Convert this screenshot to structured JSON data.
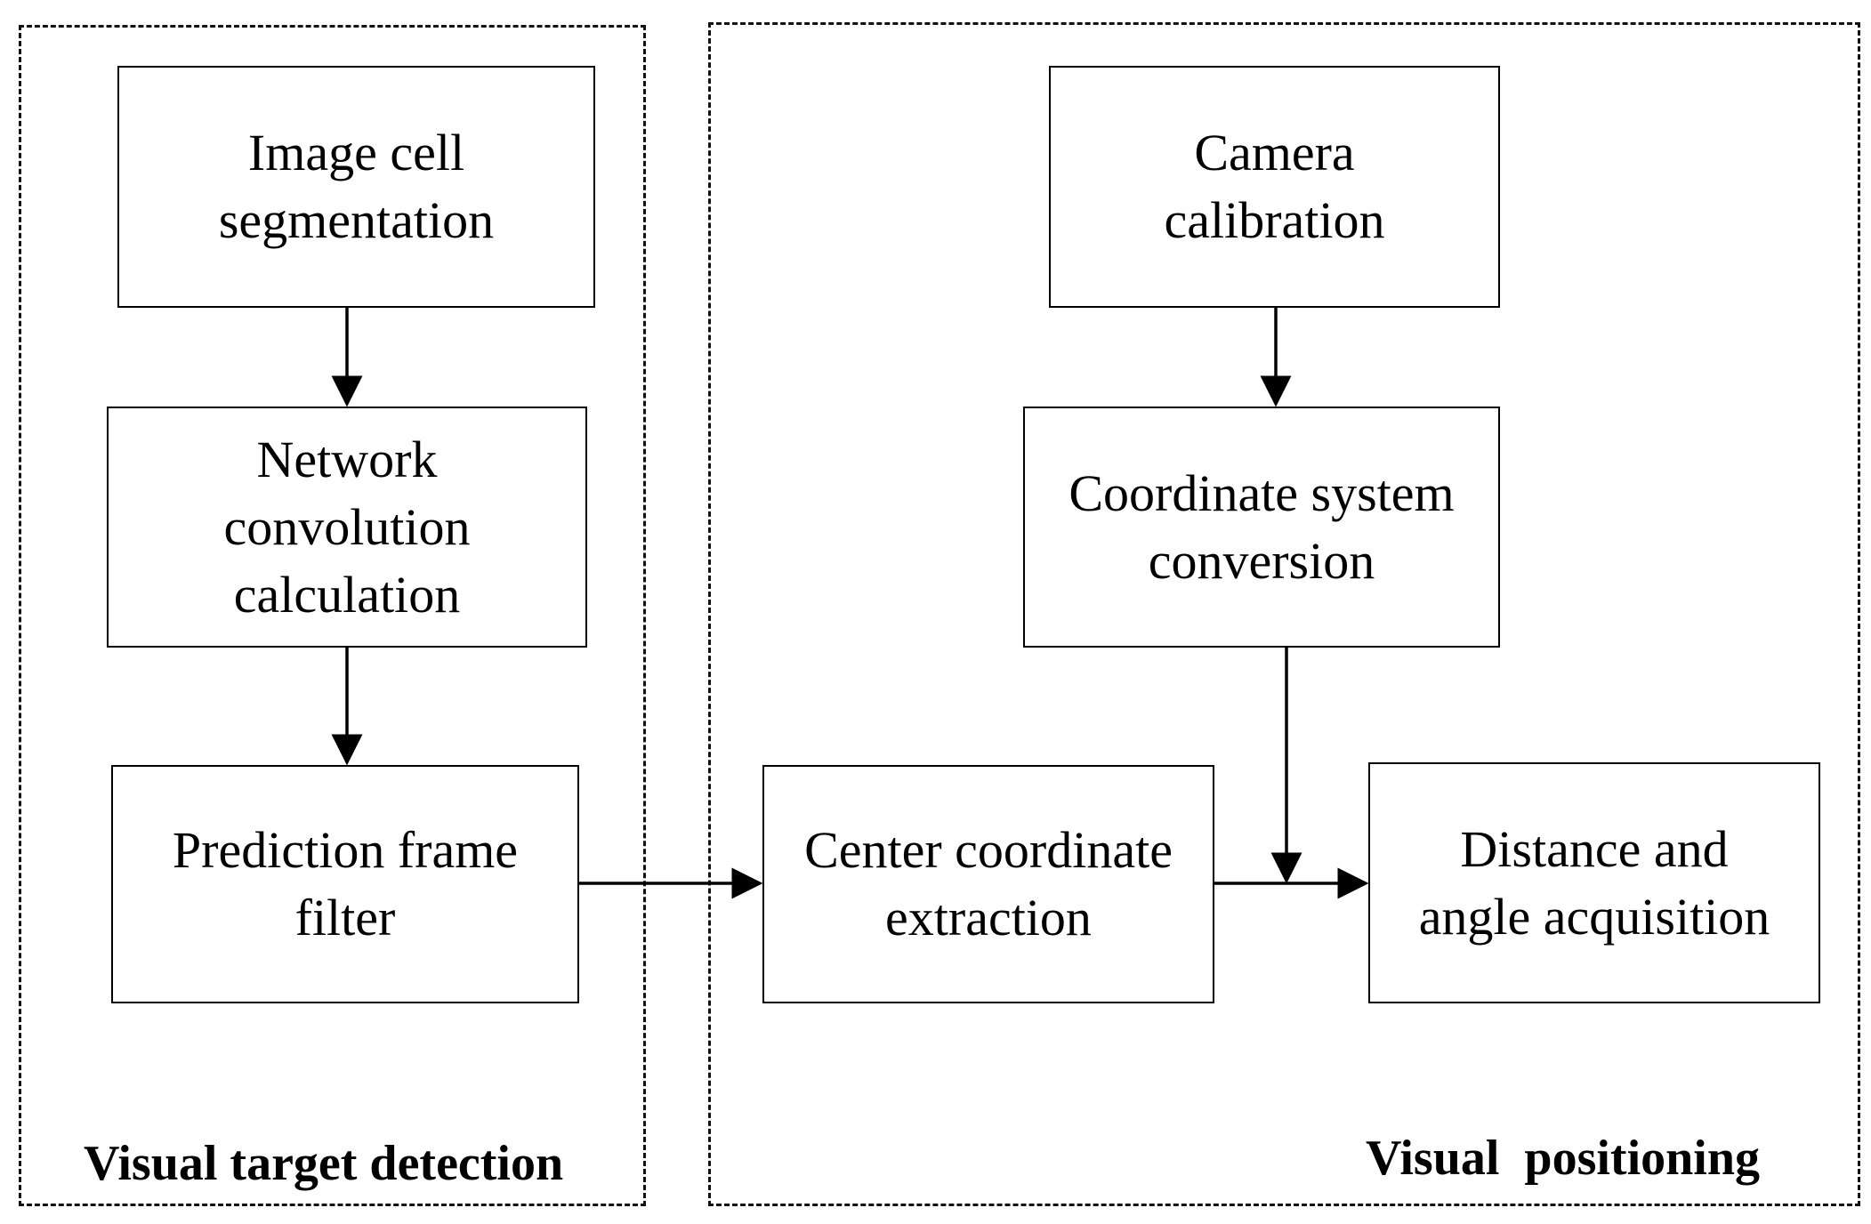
{
  "groups": {
    "left": {
      "title": "Visual target detection"
    },
    "right": {
      "title": "Visual  positioning"
    }
  },
  "nodes": {
    "image_cell_segmentation": {
      "label": "Image cell\nsegmentation"
    },
    "network_convolution_calculation": {
      "label": "Network\nconvolution\ncalculation"
    },
    "prediction_frame_filter": {
      "label": "Prediction frame\nfilter"
    },
    "camera_calibration": {
      "label": "Camera\ncalibration"
    },
    "coordinate_system_conversion": {
      "label": "Coordinate system\nconversion"
    },
    "center_coordinate_extraction": {
      "label": "Center coordinate\nextraction"
    },
    "distance_and_angle_acquisition": {
      "label": "Distance and\nangle acquisition"
    }
  },
  "edges": [
    {
      "from": "image_cell_segmentation",
      "to": "network_convolution_calculation"
    },
    {
      "from": "network_convolution_calculation",
      "to": "prediction_frame_filter"
    },
    {
      "from": "prediction_frame_filter",
      "to": "center_coordinate_extraction"
    },
    {
      "from": "camera_calibration",
      "to": "coordinate_system_conversion"
    },
    {
      "from": "coordinate_system_conversion",
      "to": "distance_and_angle_acquisition"
    },
    {
      "from": "center_coordinate_extraction",
      "to": "distance_and_angle_acquisition"
    }
  ],
  "colors": {
    "stroke": "#000000",
    "background": "#ffffff"
  }
}
